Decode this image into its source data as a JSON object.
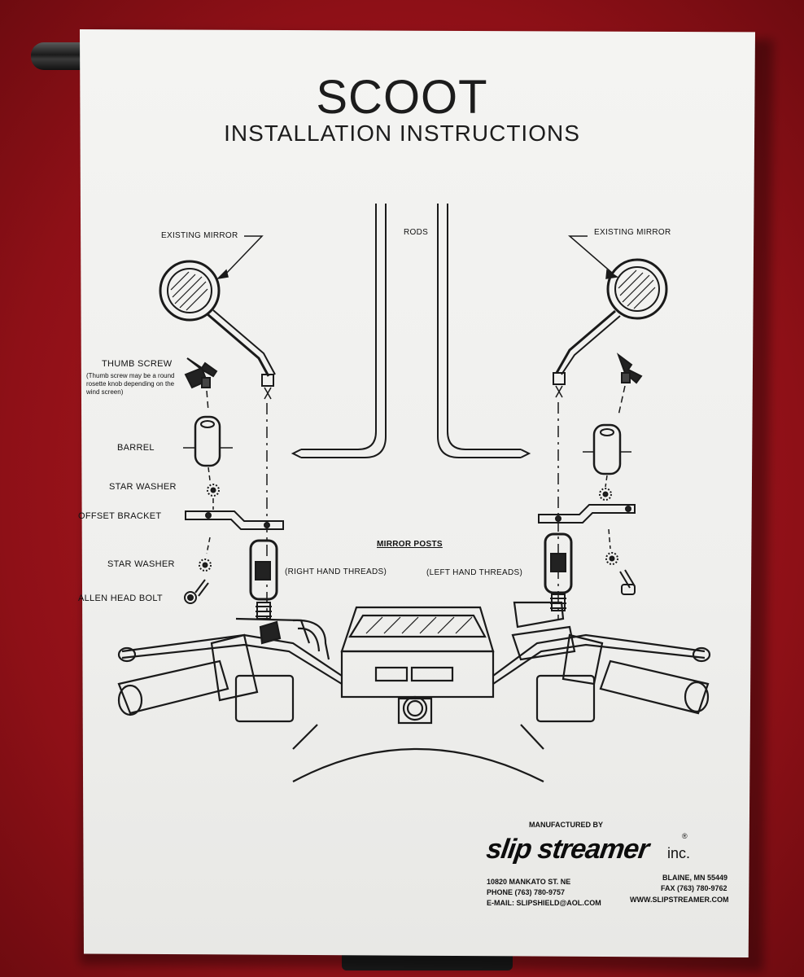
{
  "document": {
    "title": "SCOOT",
    "subtitle": "INSTALLATION INSTRUCTIONS"
  },
  "diagram": {
    "labels": {
      "existing_mirror_left": "EXISTING MIRROR",
      "existing_mirror_right": "EXISTING MIRROR",
      "rods": "RODS",
      "thumb_screw": "THUMB SCREW",
      "thumb_screw_note": "(Thumb screw may be a round rosette knob depending on the wind screen)",
      "barrel": "BARREL",
      "star_washer_top": "STAR WASHER",
      "offset_bracket": "OFFSET BRACKET",
      "star_washer_bottom": "STAR WASHER",
      "allen_head_bolt": "ALLEN HEAD BOLT",
      "mirror_posts": "MIRROR POSTS",
      "right_hand_threads": "(RIGHT HAND THREADS)",
      "left_hand_threads": "(LEFT HAND THREADS)"
    }
  },
  "manufacturer": {
    "label": "MANUFACTURED BY",
    "logo_text": "slip streamer",
    "registered": "®",
    "suffix": "inc.",
    "street": "10820 MANKATO ST. NE",
    "city": "BLAINE, MN 55449",
    "phone": "PHONE (763) 780-9757",
    "fax": "FAX (763) 780-9762",
    "email": "E-MAIL: SLIPSHIELD@AOL.COM",
    "website": "WWW.SLIPSTREAMER.COM"
  }
}
